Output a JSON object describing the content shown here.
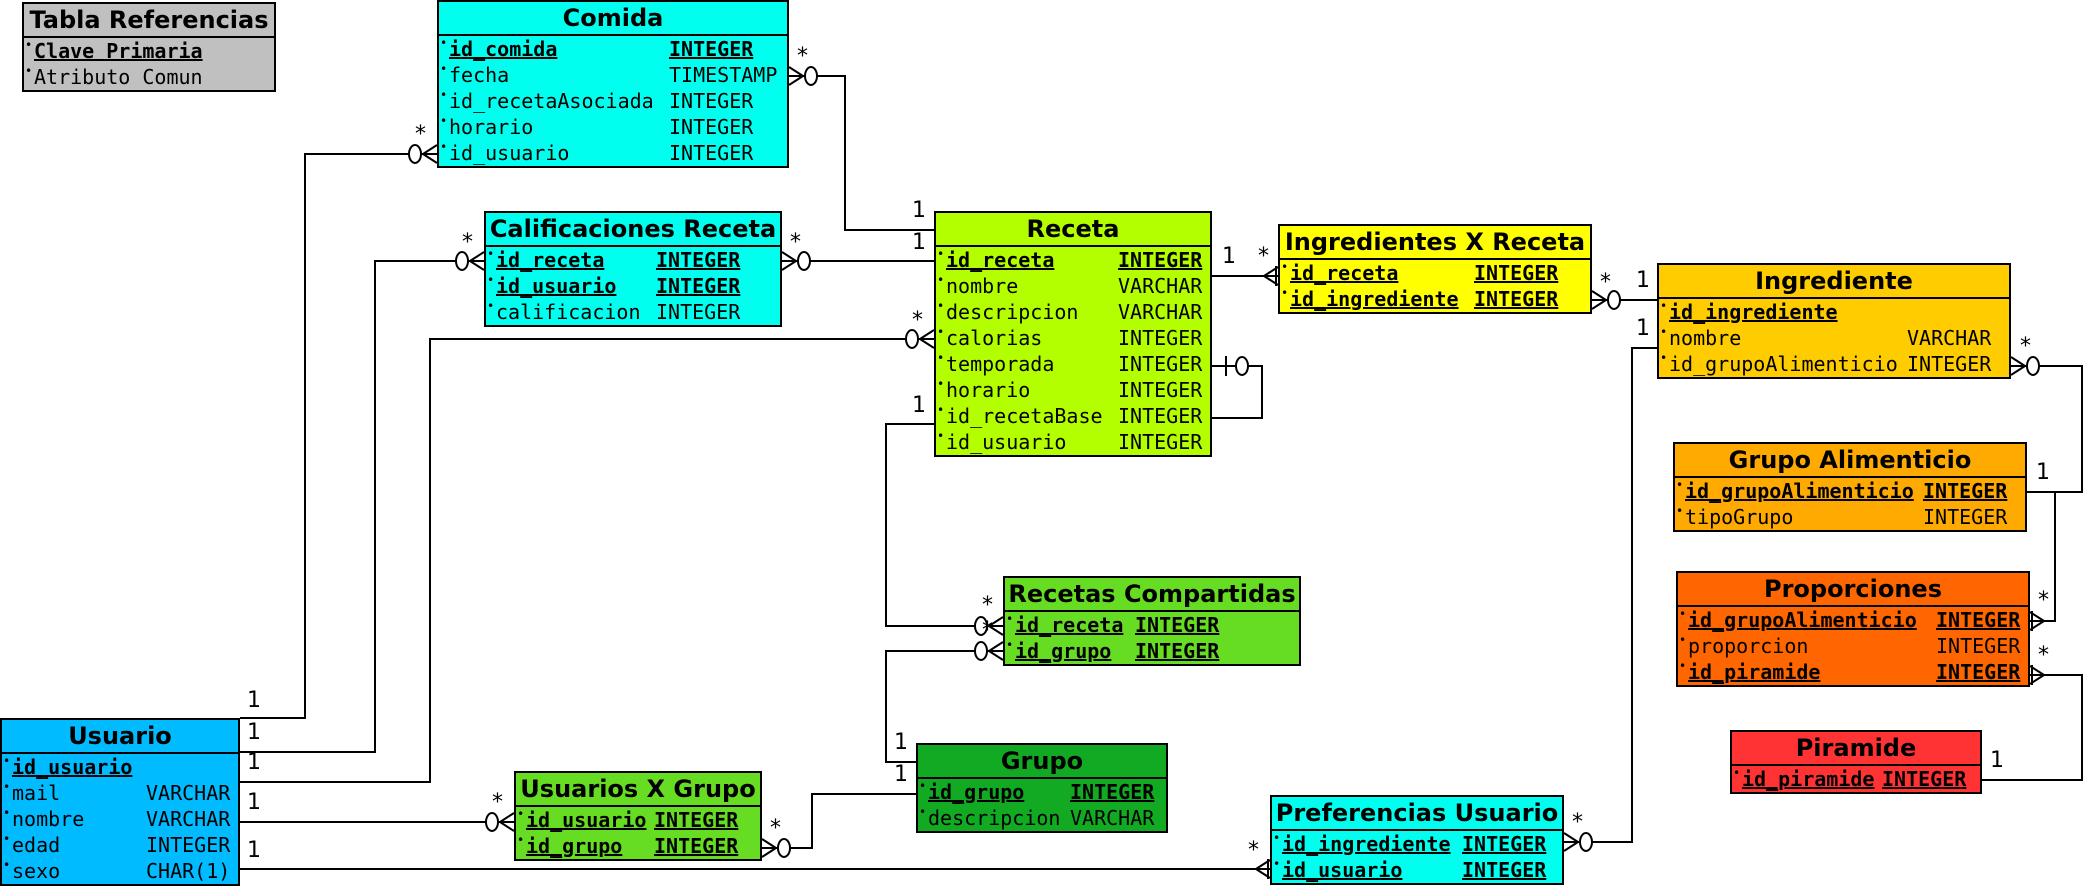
{
  "legend": {
    "title": "Tabla Referencias",
    "rows": [
      {
        "label": "Clave Primaria",
        "pk": true
      },
      {
        "label": "Atributo Comun",
        "pk": false
      }
    ]
  },
  "entities": [
    {
      "id": "comida",
      "title": "Comida",
      "color": "#00FFEE",
      "rows": [
        {
          "name": "id_comida",
          "type": "INTEGER",
          "pk": true
        },
        {
          "name": "fecha",
          "type": "TIMESTAMP",
          "pk": false
        },
        {
          "name": "id_recetaAsociada",
          "type": "INTEGER",
          "pk": false
        },
        {
          "name": "horario",
          "type": "INTEGER",
          "pk": false
        },
        {
          "name": "id_usuario",
          "type": "INTEGER",
          "pk": false
        }
      ]
    },
    {
      "id": "calificaciones",
      "title": "Calificaciones Receta",
      "color": "#00FFEE",
      "rows": [
        {
          "name": "id_receta",
          "type": "INTEGER",
          "pk": true
        },
        {
          "name": "id_usuario",
          "type": "INTEGER",
          "pk": true
        },
        {
          "name": "calificacion",
          "type": "INTEGER",
          "pk": false
        }
      ]
    },
    {
      "id": "receta",
      "title": "Receta",
      "color": "#B3FF00",
      "rows": [
        {
          "name": "id_receta",
          "type": "INTEGER",
          "pk": true
        },
        {
          "name": "nombre",
          "type": "VARCHAR",
          "pk": false
        },
        {
          "name": "descripcion",
          "type": "VARCHAR",
          "pk": false
        },
        {
          "name": "calorias",
          "type": "INTEGER",
          "pk": false
        },
        {
          "name": "temporada",
          "type": "INTEGER",
          "pk": false
        },
        {
          "name": "horario",
          "type": "INTEGER",
          "pk": false
        },
        {
          "name": "id_recetaBase",
          "type": "INTEGER",
          "pk": false
        },
        {
          "name": "id_usuario",
          "type": "INTEGER",
          "pk": false
        }
      ]
    },
    {
      "id": "ingxreceta",
      "title": "Ingredientes X Receta",
      "color": "#FFFF00",
      "rows": [
        {
          "name": "id_receta",
          "type": "INTEGER",
          "pk": true
        },
        {
          "name": "id_ingrediente",
          "type": "INTEGER",
          "pk": true
        }
      ]
    },
    {
      "id": "ingrediente",
      "title": "Ingrediente",
      "color": "#FFCC00",
      "rows": [
        {
          "name": "id_ingrediente",
          "type": "",
          "pk": true
        },
        {
          "name": "nombre",
          "type": "VARCHAR",
          "pk": false
        },
        {
          "name": "id_grupoAlimenticio",
          "type": "INTEGER",
          "pk": false
        }
      ]
    },
    {
      "id": "grupoali",
      "title": "Grupo Alimenticio",
      "color": "#FFAA00",
      "rows": [
        {
          "name": "id_grupoAlimenticio",
          "type": "INTEGER",
          "pk": true
        },
        {
          "name": "tipoGrupo",
          "type": "INTEGER",
          "pk": false
        }
      ]
    },
    {
      "id": "proporciones",
      "title": "Proporciones",
      "color": "#FF6600",
      "rows": [
        {
          "name": "id_grupoAlimenticio",
          "type": "INTEGER",
          "pk": true
        },
        {
          "name": "proporcion",
          "type": "INTEGER",
          "pk": false
        },
        {
          "name": "id_piramide",
          "type": "INTEGER",
          "pk": true
        }
      ]
    },
    {
      "id": "piramide",
      "title": "Piramide",
      "color": "#FF3333",
      "rows": [
        {
          "name": "id_piramide",
          "type": "INTEGER",
          "pk": true
        }
      ]
    },
    {
      "id": "recetascomp",
      "title": "Recetas Compartidas",
      "color": "#66DD22",
      "rows": [
        {
          "name": "id_receta",
          "type": "INTEGER",
          "pk": true
        },
        {
          "name": "id_grupo",
          "type": "INTEGER",
          "pk": true
        }
      ]
    },
    {
      "id": "grupo",
      "title": "Grupo",
      "color": "#11AA22",
      "rows": [
        {
          "name": "id_grupo",
          "type": "INTEGER",
          "pk": true
        },
        {
          "name": "descripcion",
          "type": "VARCHAR",
          "pk": false
        }
      ]
    },
    {
      "id": "usuariosxgrupo",
      "title": "Usuarios X Grupo",
      "color": "#66DD22",
      "rows": [
        {
          "name": "id_usuario",
          "type": "INTEGER",
          "pk": true
        },
        {
          "name": "id_grupo",
          "type": "INTEGER",
          "pk": true
        }
      ]
    },
    {
      "id": "preferencias",
      "title": "Preferencias Usuario",
      "color": "#00FFEE",
      "rows": [
        {
          "name": "id_ingrediente",
          "type": "INTEGER",
          "pk": true
        },
        {
          "name": "id_usuario",
          "type": "INTEGER",
          "pk": true
        }
      ]
    },
    {
      "id": "usuario",
      "title": "Usuario",
      "color": "#00BBFF",
      "rows": [
        {
          "name": "id_usuario",
          "type": "",
          "pk": true
        },
        {
          "name": "mail",
          "type": "VARCHAR",
          "pk": false
        },
        {
          "name": "nombre",
          "type": "VARCHAR",
          "pk": false
        },
        {
          "name": "edad",
          "type": "INTEGER",
          "pk": false
        },
        {
          "name": "sexo",
          "type": "CHAR(1)",
          "pk": false
        }
      ]
    }
  ],
  "relationships": [
    {
      "from": "usuario",
      "to": "comida",
      "from_card": "1",
      "to_card": "*"
    },
    {
      "from": "usuario",
      "to": "calificaciones",
      "from_card": "1",
      "to_card": "*"
    },
    {
      "from": "usuario",
      "to": "receta",
      "from_card": "1",
      "to_card": "*"
    },
    {
      "from": "usuario",
      "to": "usuariosxgrupo",
      "from_card": "1",
      "to_card": "*"
    },
    {
      "from": "usuario",
      "to": "preferencias",
      "from_card": "1",
      "to_card": "*"
    },
    {
      "from": "receta",
      "to": "comida",
      "from_card": "1",
      "to_card": "*"
    },
    {
      "from": "receta",
      "to": "calificaciones",
      "from_card": "1",
      "to_card": "*"
    },
    {
      "from": "receta",
      "to": "ingxreceta",
      "from_card": "1",
      "to_card": "*"
    },
    {
      "from": "receta",
      "to": "recetascomp",
      "from_card": "1",
      "to_card": "*"
    },
    {
      "from": "receta",
      "to": "receta",
      "from_card": "",
      "to_card": ""
    },
    {
      "from": "ingrediente",
      "to": "ingxreceta",
      "from_card": "1",
      "to_card": "*"
    },
    {
      "from": "ingrediente",
      "to": "preferencias",
      "from_card": "1",
      "to_card": "*"
    },
    {
      "from": "grupoali",
      "to": "ingrediente",
      "from_card": "1",
      "to_card": "*"
    },
    {
      "from": "grupoali",
      "to": "proporciones",
      "from_card": "1",
      "to_card": "*"
    },
    {
      "from": "piramide",
      "to": "proporciones",
      "from_card": "1",
      "to_card": "*"
    },
    {
      "from": "grupo",
      "to": "recetascomp",
      "from_card": "1",
      "to_card": "*"
    },
    {
      "from": "grupo",
      "to": "usuariosxgrupo",
      "from_card": "1",
      "to_card": "*"
    }
  ]
}
